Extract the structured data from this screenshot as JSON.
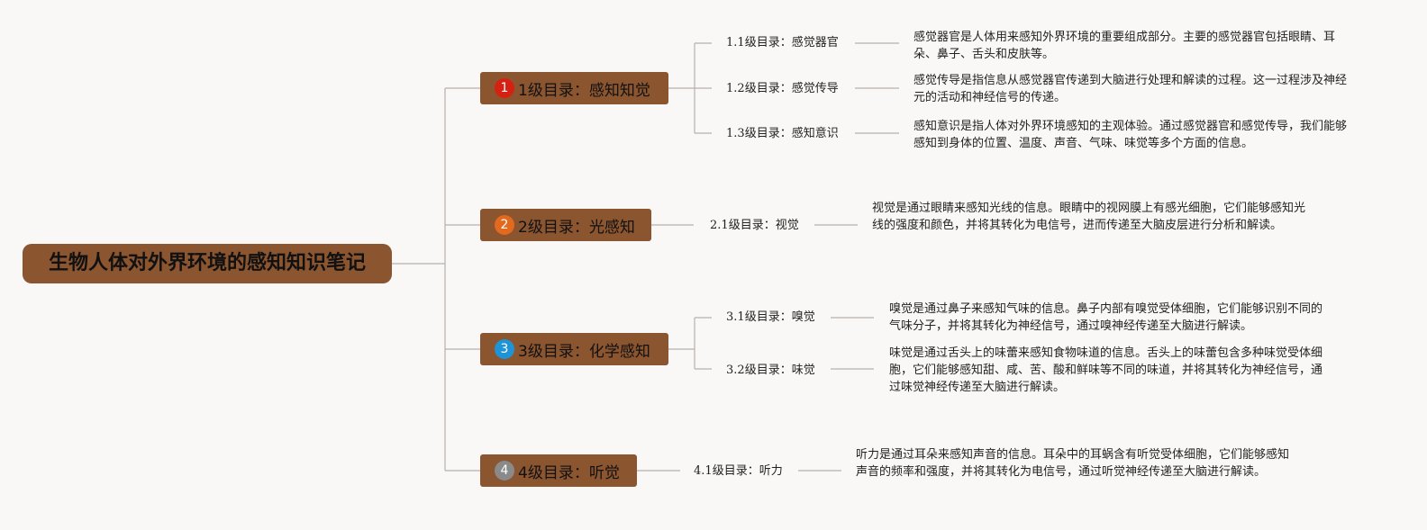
{
  "root": {
    "title": "生物人体对外界环境的感知知识笔记"
  },
  "branches": [
    {
      "number": "1",
      "label": "1级目录：感知知觉",
      "badge_color": "#d62112",
      "children": [
        {
          "num": "1.1",
          "label": "级目录：感觉器官",
          "desc": "感觉器官是人体用来感知外界环境的重要组成部分。主要的感觉器官包括眼睛、耳朵、鼻子、舌头和皮肤等。"
        },
        {
          "num": "1.2",
          "label": "级目录：感觉传导",
          "desc": "感觉传导是指信息从感觉器官传递到大脑进行处理和解读的过程。这一过程涉及神经元的活动和神经信号的传递。"
        },
        {
          "num": "1.3",
          "label": "级目录：感知意识",
          "desc": "感知意识是指人体对外界环境感知的主观体验。通过感觉器官和感觉传导，我们能够感知到身体的位置、温度、声音、气味、味觉等多个方面的信息。"
        }
      ]
    },
    {
      "number": "2",
      "label": "2级目录：光感知",
      "badge_color": "#e3691e",
      "children": [
        {
          "num": "2.1",
          "label": "级目录：视觉",
          "desc": "视觉是通过眼睛来感知光线的信息。眼睛中的视网膜上有感光细胞，它们能够感知光线的强度和颜色，并将其转化为电信号，进而传递至大脑皮层进行分析和解读。"
        }
      ]
    },
    {
      "number": "3",
      "label": "3级目录：化学感知",
      "badge_color": "#1e94d6",
      "children": [
        {
          "num": "3.1",
          "label": "级目录：嗅觉",
          "desc": "嗅觉是通过鼻子来感知气味的信息。鼻子内部有嗅觉受体细胞，它们能够识别不同的气味分子，并将其转化为神经信号，通过嗅神经传递至大脑进行解读。"
        },
        {
          "num": "3.2",
          "label": "级目录：味觉",
          "desc": "味觉是通过舌头上的味蕾来感知食物味道的信息。舌头上的味蕾包含多种味觉受体细胞，它们能够感知甜、咸、苦、酸和鲜味等不同的味道，并将其转化为神经信号，通过味觉神经传递至大脑进行解读。"
        }
      ]
    },
    {
      "number": "4",
      "label": "4级目录：听觉",
      "badge_color": "#8a8a8a",
      "children": [
        {
          "num": "4.1",
          "label": "级目录：听力",
          "desc": "听力是通过耳朵来感知声音的信息。耳朵中的耳蜗含有听觉受体细胞，它们能够感知声音的频率和强度，并将其转化为电信号，通过听觉神经传递至大脑进行解读。"
        }
      ]
    }
  ]
}
